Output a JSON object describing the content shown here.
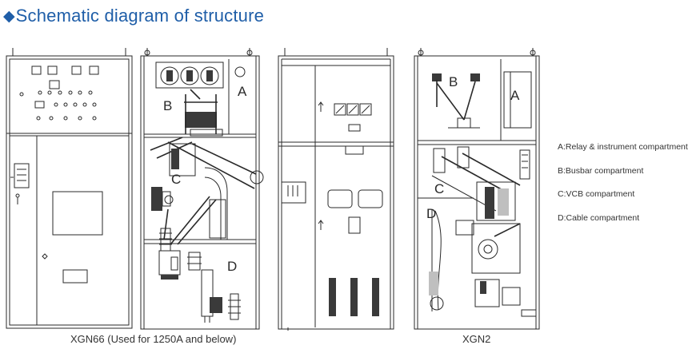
{
  "header": {
    "bullet_icon": "diamond-icon",
    "title": "Schematic diagram of structure"
  },
  "compartment_letters": {
    "a": "A",
    "b": "B",
    "c": "C",
    "d": "D"
  },
  "legend": [
    "A:Relay & instrument compartment",
    "B:Busbar compartment",
    "C:VCB compartment",
    "D:Cable compartment"
  ],
  "captions": {
    "xgn66": "XGN66 (Used for 1250A and below)",
    "xgn2": "XGN2"
  },
  "colors": {
    "title_blue": "#1f5ea8",
    "line": "#2a2a2a",
    "text": "#333333"
  }
}
